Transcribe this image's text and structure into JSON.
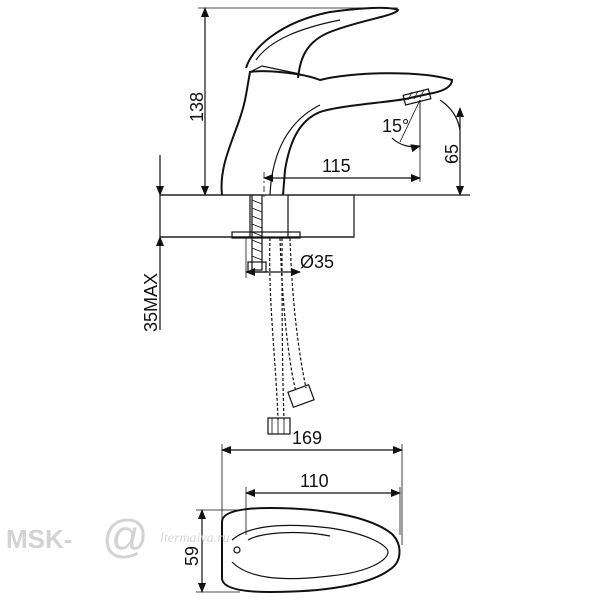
{
  "dimensions": {
    "height_total": "138",
    "spout_reach": "115",
    "angle": "15°",
    "spout_height": "65",
    "diameter": "Ø35",
    "max_thickness": "35MAX",
    "length_total": "169",
    "length_inner": "110",
    "width": "59"
  },
  "watermark": {
    "text": "MSK-",
    "at_symbol": "@",
    "domain": "ltermaiva.ru"
  },
  "colors": {
    "line": "#111111",
    "watermark": "#cfcfcf",
    "background": "#ffffff"
  }
}
